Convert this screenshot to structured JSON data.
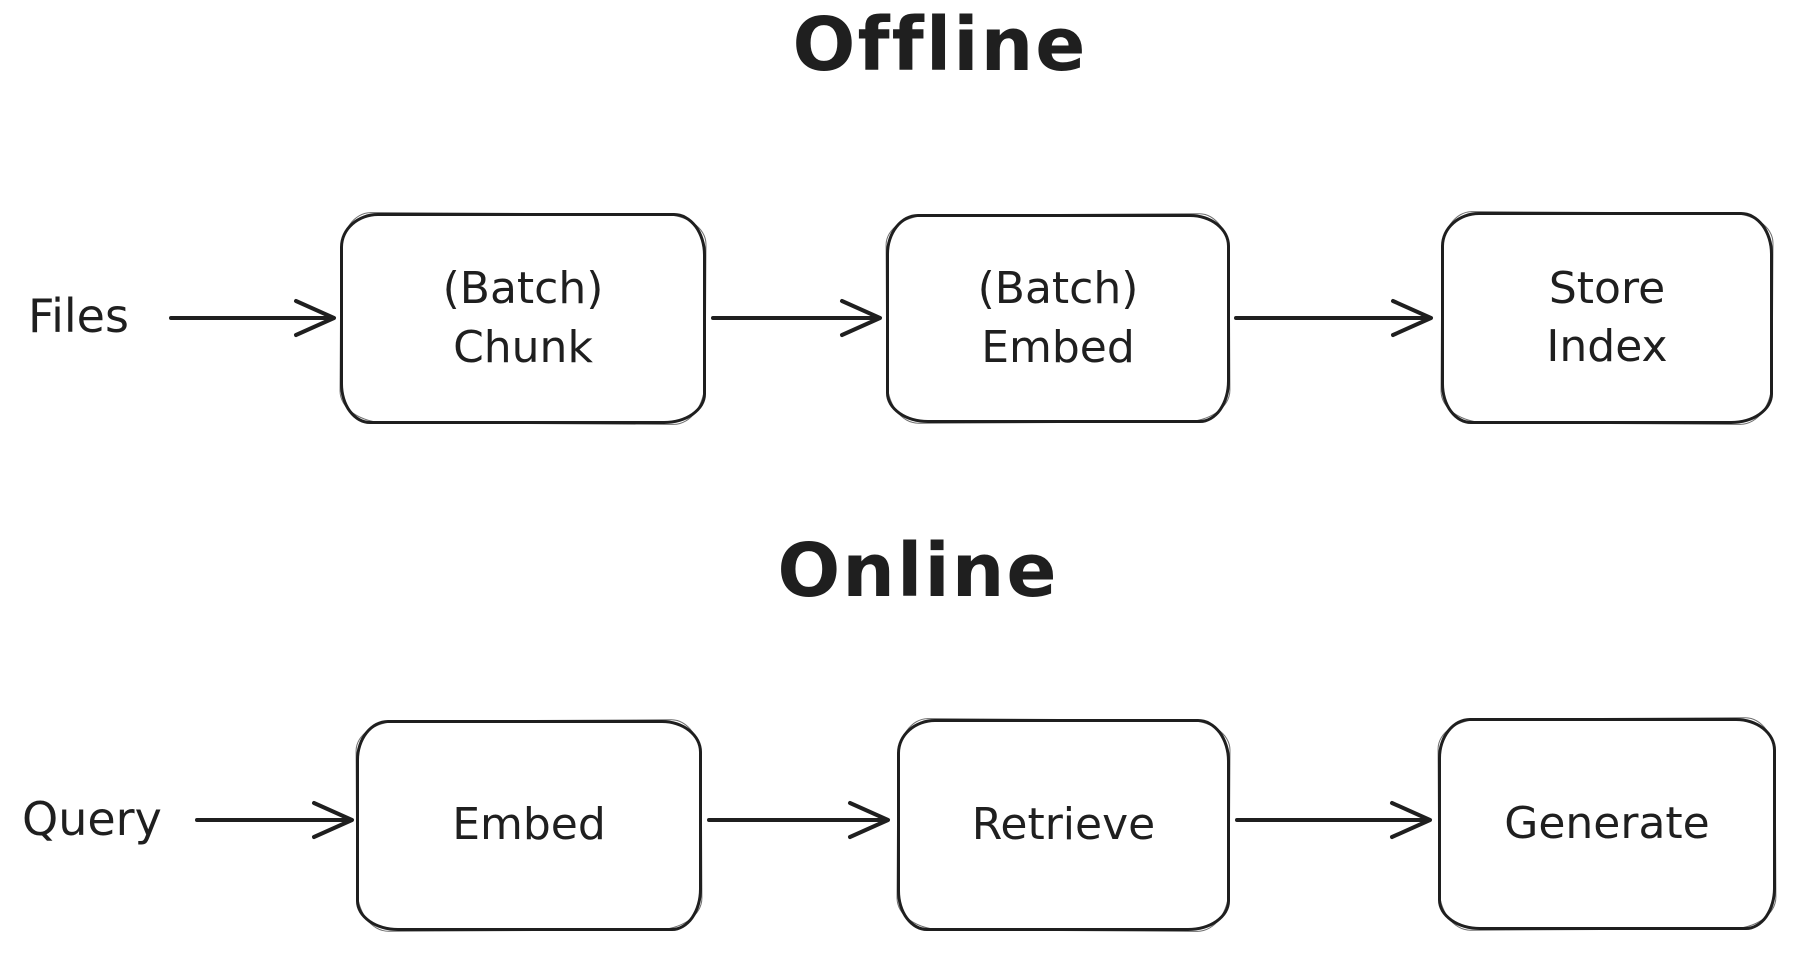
{
  "page": {
    "background_color": "#ffffff",
    "stroke_color": "#1f1f1f"
  },
  "offline": {
    "title": "Offline",
    "input_label": "Files",
    "steps": [
      {
        "line1": "(Batch)",
        "line2": "Chunk"
      },
      {
        "line1": "(Batch)",
        "line2": "Embed"
      },
      {
        "line1": "Store",
        "line2": "Index"
      }
    ]
  },
  "online": {
    "title": "Online",
    "input_label": "Query",
    "steps": [
      {
        "label": "Embed"
      },
      {
        "label": "Retrieve"
      },
      {
        "label": "Generate"
      }
    ]
  }
}
